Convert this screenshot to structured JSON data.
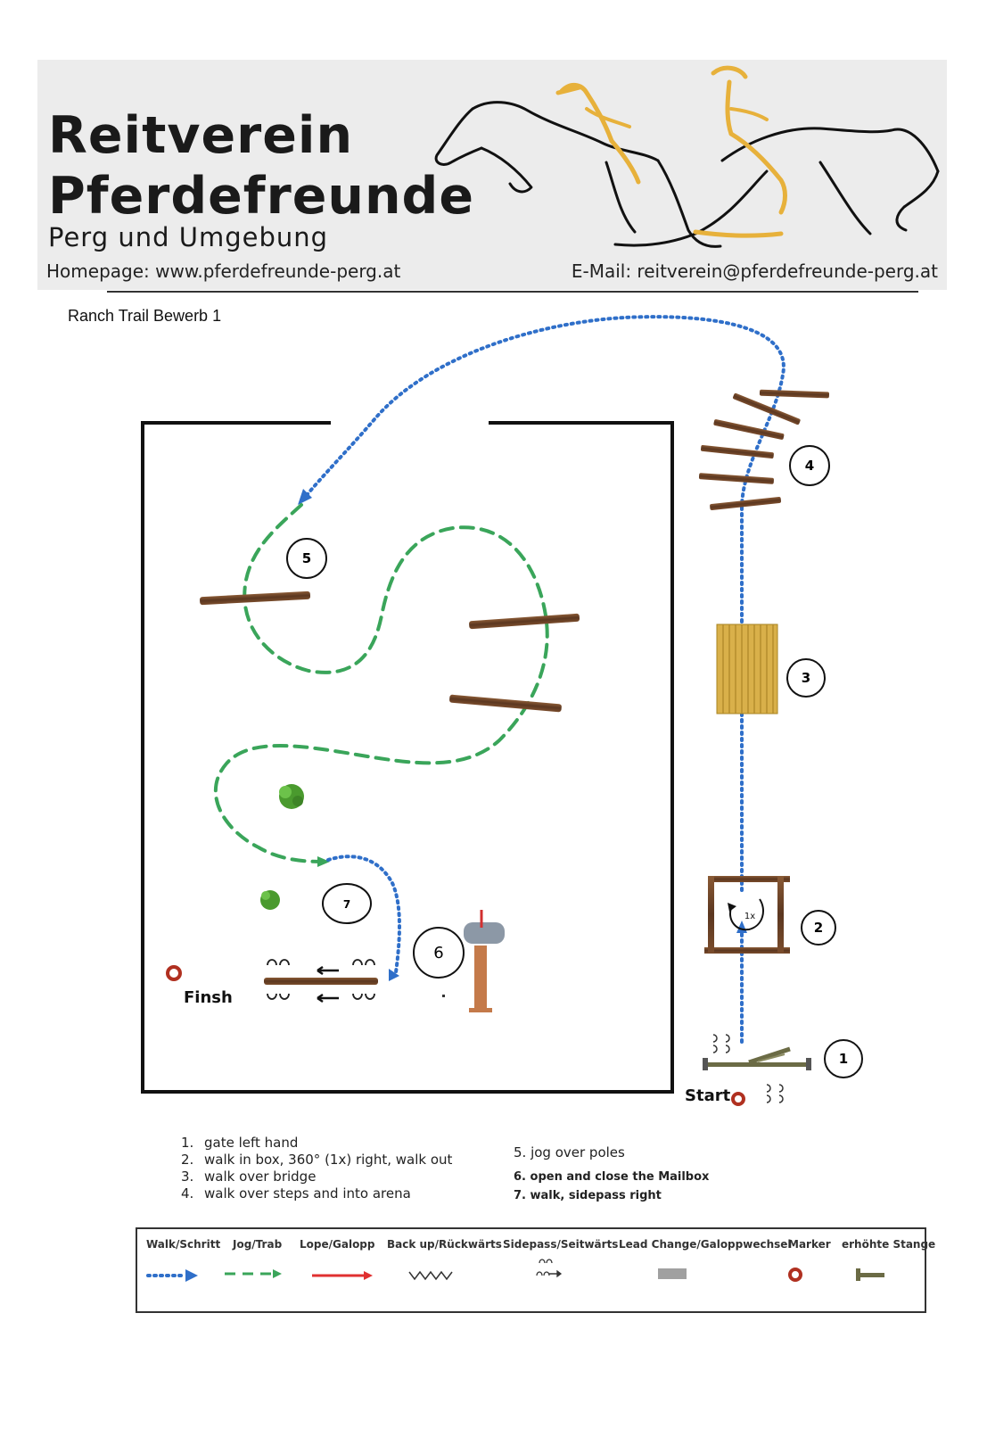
{
  "header": {
    "club_line1": "Reitverein",
    "club_line2": "Pferdefreunde",
    "club_line3": "Perg und Umgebung",
    "homepage": "Homepage: www.pferdefreunde-perg.at",
    "email": "E-Mail: reitverein@pferdefreunde-perg.at"
  },
  "title": "Ranch Trail Bewerb 1",
  "course": {
    "markers": [
      "1",
      "2",
      "3",
      "4",
      "5",
      "6",
      "7"
    ],
    "box_label": "1x",
    "start_label": "Start",
    "finish_label": "Finsh"
  },
  "instructions_left": [
    {
      "num": "1.",
      "text": "gate left hand"
    },
    {
      "num": "2.",
      "text": "walk in box, 360° (1x) right, walk out"
    },
    {
      "num": "3.",
      "text": "walk over bridge"
    },
    {
      "num": "4.",
      "text": "walk over steps and into arena"
    }
  ],
  "instructions_right": [
    "5.  jog over poles",
    "6. open and close the Mailbox",
    "7. walk, sidepass right"
  ],
  "legend": [
    {
      "label": "Walk/Schritt",
      "symbol": "dotted-arrow-icon",
      "color": "#2f6fc9"
    },
    {
      "label": "Jog/Trab",
      "symbol": "dashed-arrow-icon",
      "color": "#3aa55a"
    },
    {
      "label": "Lope/Galopp",
      "symbol": "solid-arrow-icon",
      "color": "#e03030"
    },
    {
      "label": "Back up/Rückwärts",
      "symbol": "zigzag-icon",
      "color": "#333333"
    },
    {
      "label": "Sidepass/Seitwärts",
      "symbol": "hoofprint-arrow-icon",
      "color": "#333333"
    },
    {
      "label": "Lead Change/Galoppwechsel",
      "symbol": "gray-bar-icon",
      "color": "#a0a0a0"
    },
    {
      "label": "Marker",
      "symbol": "cone-ring-icon",
      "color": "#b03020"
    },
    {
      "label": "erhöhte Stange",
      "symbol": "raised-pole-icon",
      "color": "#6b6b45"
    }
  ]
}
